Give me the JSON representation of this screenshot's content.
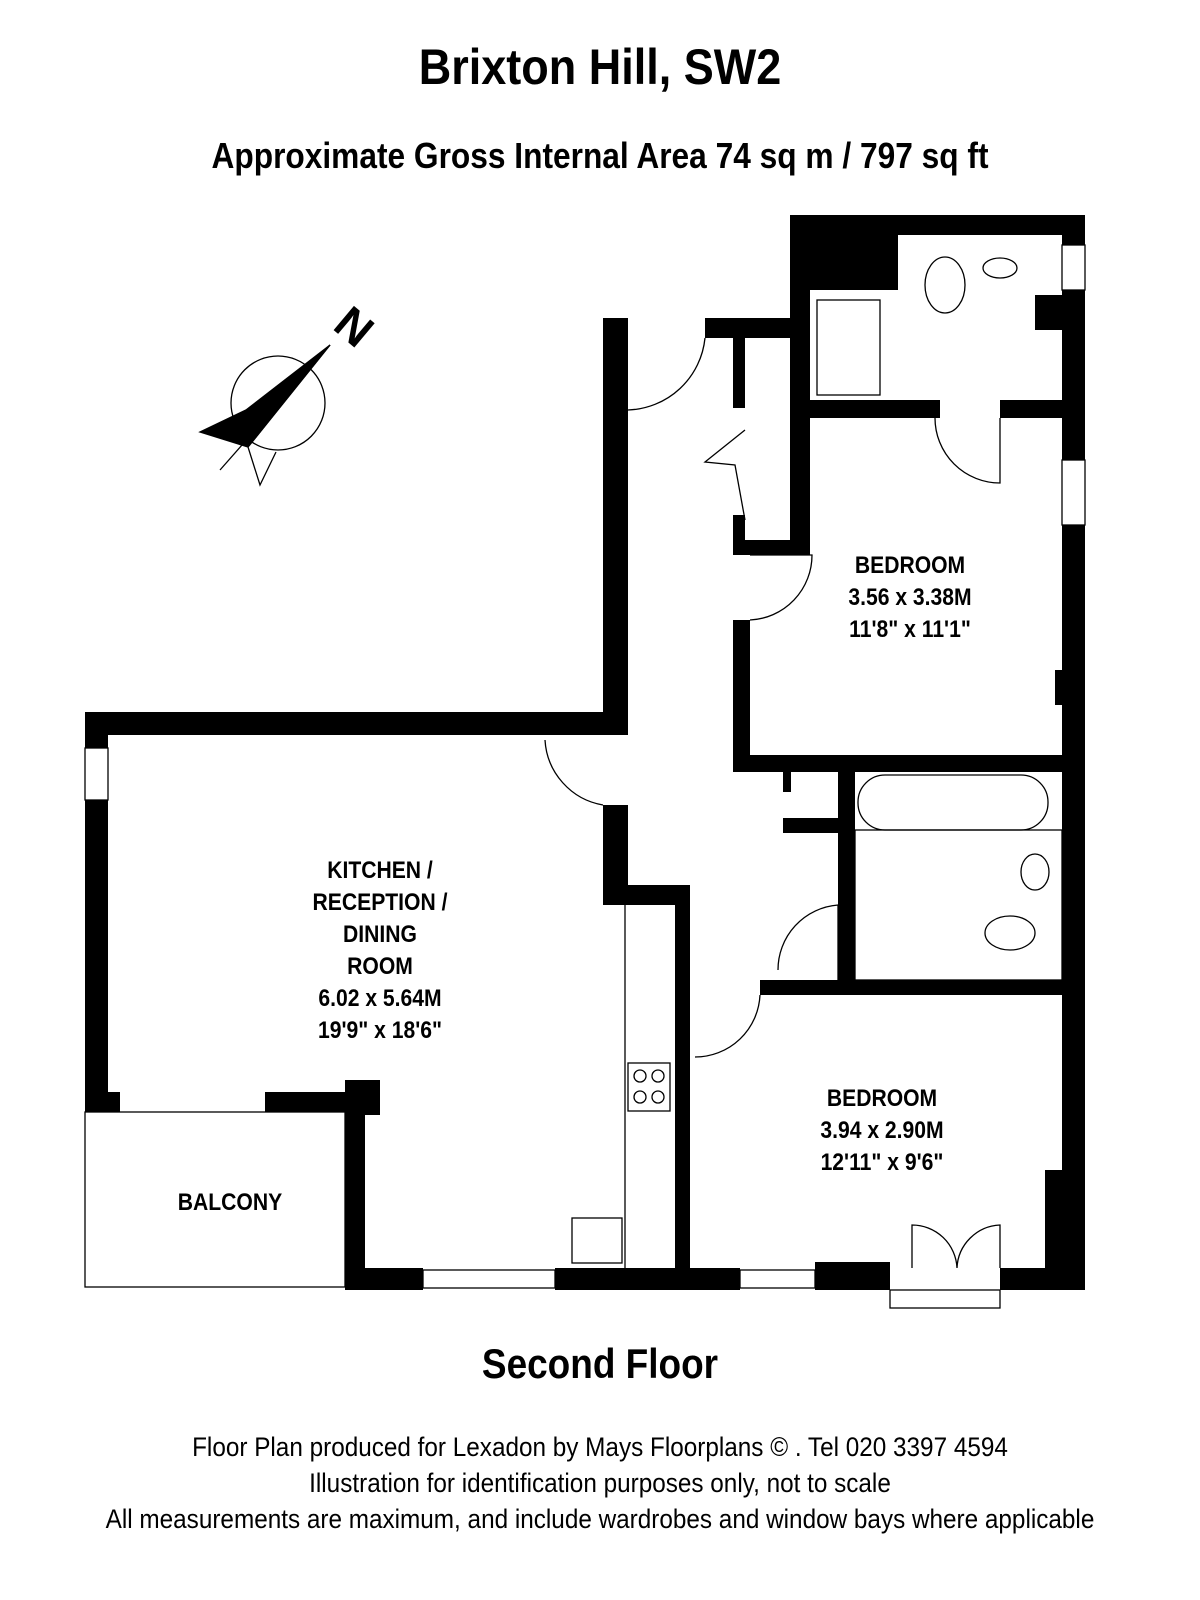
{
  "title": "Brixton Hill, SW2",
  "area": "Approximate Gross Internal Area 74 sq m  /  797 sq ft",
  "floor": "Second Floor",
  "compass": "N",
  "rooms": [
    {
      "name": "BEDROOM",
      "metric": "3.56 x 3.38M",
      "imperial": "11'8\" x 11'1\""
    },
    {
      "name": "KITCHEN /",
      "name2": "RECEPTION /",
      "name3": "DINING",
      "name4": "ROOM",
      "metric": "6.02 x 5.64M",
      "imperial": "19'9\" x 18'6\""
    },
    {
      "name": "BEDROOM",
      "metric": "3.94 x 2.90M",
      "imperial": "12'11\" x 9'6\""
    },
    {
      "name": "BALCONY"
    }
  ],
  "footer": [
    "Floor Plan produced for Lexadon by Mays Floorplans  © . Tel 020 3397 4594",
    "Illustration for identification purposes only, not to scale",
    "All measurements are maximum, and include wardrobes and window bays where applicable"
  ]
}
